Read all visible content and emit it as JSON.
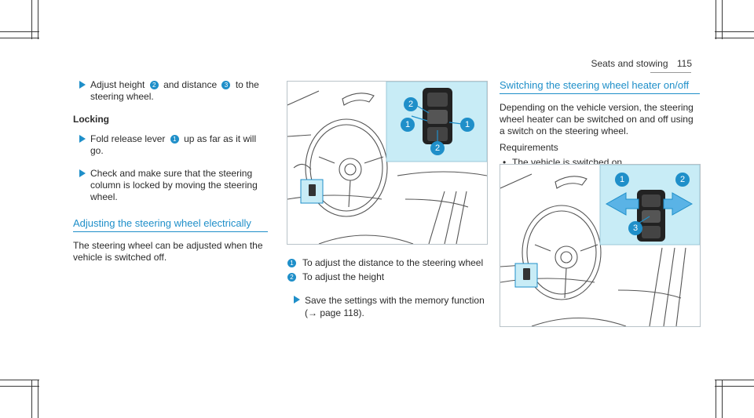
{
  "header": {
    "section": "Seats and stowing",
    "page": "115"
  },
  "left": {
    "step1": {
      "a": "Adjust height",
      "n1": "2",
      "b": "and distance",
      "n2": "3",
      "c": "to the steering wheel."
    },
    "locking_heading": "Locking",
    "step2": {
      "a": "Fold release lever",
      "n1": "1",
      "b": "up as far as it will go."
    },
    "step3": "Check and make sure that the steering column is locked by moving the steering wheel.",
    "section_title": "Adjusting the steering wheel electrically",
    "body": "The steering wheel can be adjusted when the vehicle is switched off."
  },
  "middle": {
    "figure_callouts": [
      "2",
      "1",
      "1",
      "2"
    ],
    "captions": [
      {
        "num": "1",
        "text": "To adjust the distance to the steering wheel"
      },
      {
        "num": "2",
        "text": "To adjust the height"
      }
    ],
    "step": {
      "a": "Save the settings with the memory function",
      "b": "(→ page 118)."
    }
  },
  "right": {
    "section_title": "Switching the steering wheel heater on/off",
    "body": "Depending on the vehicle version, the steering wheel heater can be switched on and off using a switch on the steering wheel.",
    "req_heading": "Requirements",
    "req_item": "The vehicle is switched on.",
    "figure_callouts": [
      "1",
      "2",
      "3"
    ]
  },
  "colors": {
    "accent": "#1f8fc9",
    "inset": "#c8ecf6"
  }
}
